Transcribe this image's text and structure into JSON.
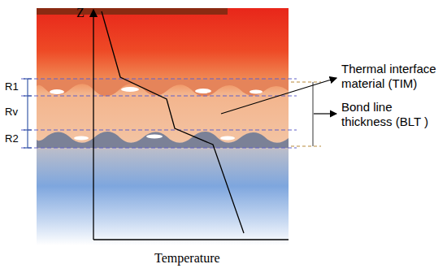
{
  "diagram": {
    "labels": [
      "Z",
      "R1",
      "Rv",
      "R2",
      "Thermal interface material (TIM)",
      "Bond line thickness (BLT )",
      "Temperature"
    ]
  }
}
